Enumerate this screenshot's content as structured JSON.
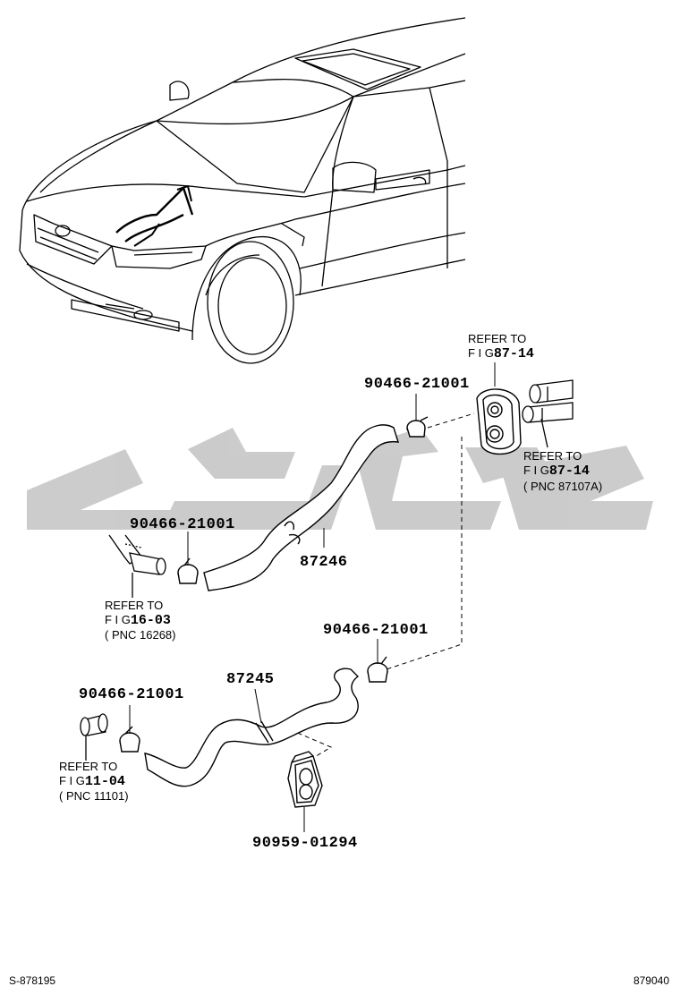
{
  "colors": {
    "line": "#000000",
    "watermark": "#c9c9c9",
    "background": "#ffffff"
  },
  "parts": {
    "clamp_top": "90466-21001",
    "clamp_left": "90466-21001",
    "clamp_mid": "90466-21001",
    "clamp_bottom": "90466-21001",
    "hose_upper": "87246",
    "hose_lower": "87245",
    "grommet": "90959-01294"
  },
  "references": {
    "top_grommet": {
      "refer": "REFER TO",
      "fig_prefix": "F I G",
      "fig_no": "87-14",
      "pnc": ""
    },
    "right_pipes": {
      "refer": "REFER TO",
      "fig_prefix": "F I G",
      "fig_no": "87-14",
      "pnc": "( PNC 87107A)"
    },
    "left_pipe": {
      "refer": "REFER TO",
      "fig_prefix": "F I G",
      "fig_no": "16-03",
      "pnc": "( PNC 16268)"
    },
    "bottom_pipe": {
      "refer": "REFER TO",
      "fig_prefix": "F I G",
      "fig_no": "11-04",
      "pnc": "( PNC 11101)"
    }
  },
  "footer": {
    "left_code": "S-878195",
    "right_code": "879040"
  }
}
